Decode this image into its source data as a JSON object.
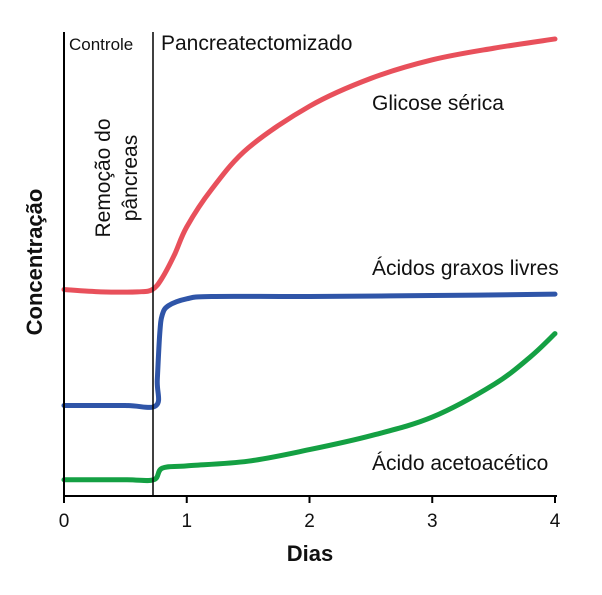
{
  "chart_data": {
    "type": "line",
    "title": "",
    "xlabel": "Dias",
    "ylabel": "Concentração",
    "xlim": [
      0,
      4
    ],
    "x_ticks": [
      "0",
      "1",
      "2",
      "3",
      "4"
    ],
    "y_ticks": [],
    "grid": false,
    "legend": "none (series labelled directly on the curves)",
    "phases": {
      "left": "Controle",
      "right": "Pancreatectomizado",
      "boundary_x": 0.73
    },
    "annotation": {
      "line1": "Remoção do",
      "line2": "pâncreas"
    },
    "units_note": "y axis has no numeric scale; values are relative concentration on a 0–1 scale read from the figure",
    "series": [
      {
        "name": "Glicose sérica",
        "color": "#e8505b",
        "points": [
          [
            0.0,
            0.445
          ],
          [
            0.3,
            0.44
          ],
          [
            0.6,
            0.44
          ],
          [
            0.72,
            0.445
          ],
          [
            0.8,
            0.47
          ],
          [
            0.9,
            0.52
          ],
          [
            1.0,
            0.58
          ],
          [
            1.2,
            0.66
          ],
          [
            1.5,
            0.75
          ],
          [
            2.0,
            0.84
          ],
          [
            2.5,
            0.9
          ],
          [
            3.0,
            0.94
          ],
          [
            3.5,
            0.965
          ],
          [
            4.0,
            0.985
          ]
        ]
      },
      {
        "name": "Ácidos graxos livres",
        "color": "#2f55a8",
        "points": [
          [
            0.0,
            0.195
          ],
          [
            0.5,
            0.195
          ],
          [
            0.75,
            0.195
          ],
          [
            0.76,
            0.25
          ],
          [
            0.78,
            0.35
          ],
          [
            0.8,
            0.39
          ],
          [
            0.85,
            0.41
          ],
          [
            1.0,
            0.425
          ],
          [
            1.2,
            0.43
          ],
          [
            2.0,
            0.43
          ],
          [
            3.0,
            0.432
          ],
          [
            4.0,
            0.435
          ]
        ]
      },
      {
        "name": "Ácido acetoacético",
        "color": "#14a043",
        "points": [
          [
            0.0,
            0.035
          ],
          [
            0.5,
            0.035
          ],
          [
            0.73,
            0.035
          ],
          [
            0.8,
            0.06
          ],
          [
            1.0,
            0.065
          ],
          [
            1.5,
            0.075
          ],
          [
            2.0,
            0.1
          ],
          [
            2.5,
            0.13
          ],
          [
            3.0,
            0.17
          ],
          [
            3.5,
            0.24
          ],
          [
            3.8,
            0.3
          ],
          [
            4.0,
            0.35
          ]
        ]
      }
    ]
  }
}
